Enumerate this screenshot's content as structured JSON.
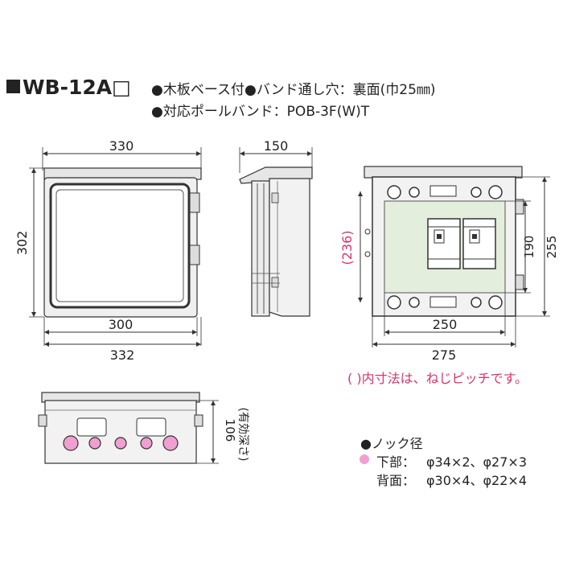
{
  "header": {
    "model": "WB-12A□",
    "spec_line1": "●木板ベース付●バンド通し穴：裏面(巾25㎜)",
    "spec_line2": "●対応ポールバンド：POB-3F(W)T"
  },
  "front_view": {
    "width_top": "330",
    "height": "302",
    "width_inner": "300",
    "width_bottom": "332"
  },
  "side_view": {
    "depth": "150"
  },
  "inner_view": {
    "inner_height_paren": "(236)",
    "plate_height": "190",
    "outer_height": "255",
    "plate_width": "250",
    "outer_width": "275"
  },
  "bottom_view": {
    "effective_depth": "106",
    "effective_depth_label": "(有効深さ)"
  },
  "notes": {
    "pitch_note": "( )内寸法は、ねじピッチです。"
  },
  "knockouts": {
    "heading": "●ノック径",
    "bottom_label": "下部：",
    "bottom_values": "φ34×2、φ27×3",
    "back_label": "背面：",
    "back_values": "φ30×4、φ22×4"
  },
  "colors": {
    "outline": "#3a3a3a",
    "plate_green": "#e3eedc",
    "knock_pink": "#f0a0d0",
    "dim_red": "#d6336c",
    "gray_frame": "#d9d9d9"
  }
}
